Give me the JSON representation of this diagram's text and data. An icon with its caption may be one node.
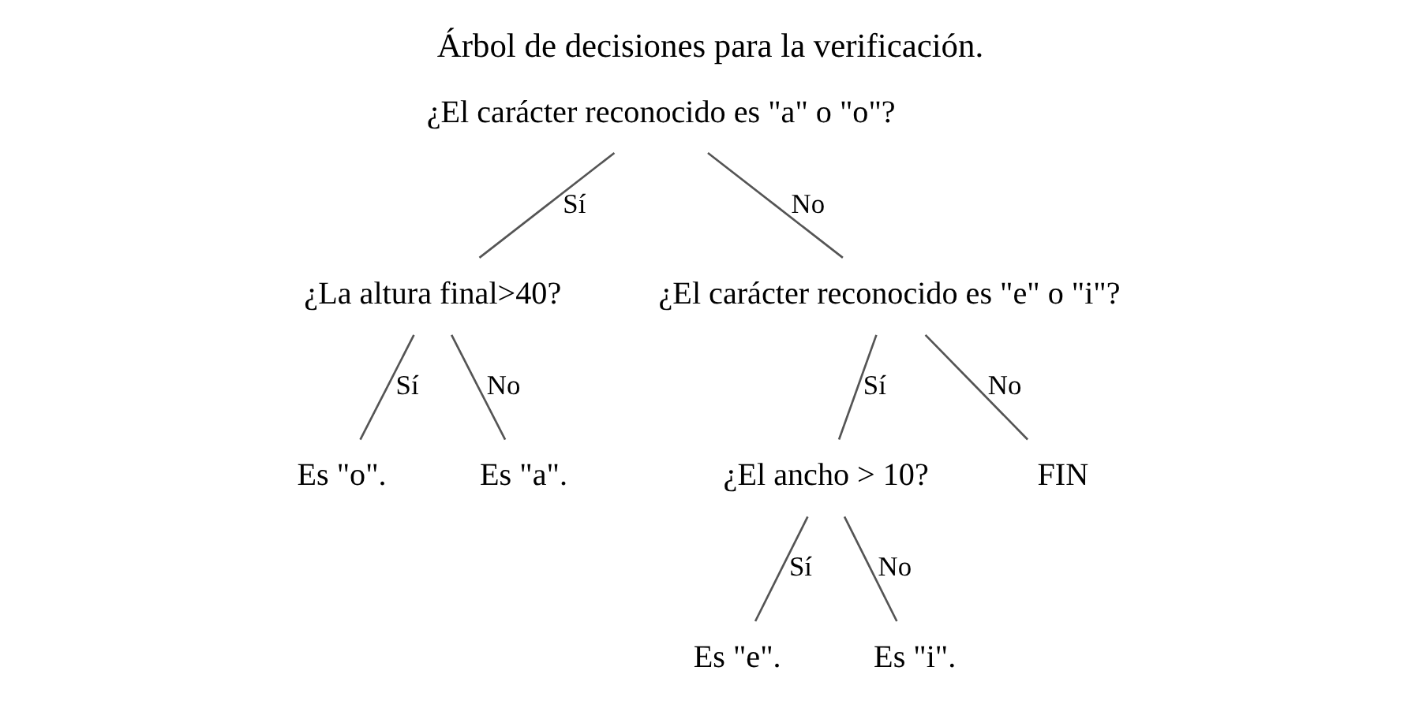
{
  "diagram": {
    "title": "Árbol de decisiones para la verificación.",
    "nodes": [
      {
        "text": [
          "¿El carácter reconocido es \"a\" o \"o\"?"
        ]
      },
      {
        "text": [
          "¿La altura final>40?"
        ]
      },
      {
        "text": [
          "¿El carácter reconocido es \"e\" o \"i\"?"
        ]
      },
      {
        "text": [
          "Es \"o\"."
        ]
      },
      {
        "text": [
          "Es \"a\"."
        ]
      },
      {
        "text": [
          "¿El ancho > 10?"
        ]
      },
      {
        "text": [
          "FIN"
        ]
      },
      {
        "text": [
          "Es \"e\"."
        ]
      },
      {
        "text": [
          "Es \"i\"."
        ]
      }
    ],
    "edges": [
      {
        "from": 0,
        "to": 1,
        "arrow": "none",
        "label": "Sí"
      },
      {
        "from": 0,
        "to": 2,
        "arrow": "none",
        "label": "No"
      },
      {
        "from": 1,
        "to": 3,
        "arrow": "none",
        "label": "Sí"
      },
      {
        "from": 1,
        "to": 4,
        "arrow": "none",
        "label": "No"
      },
      {
        "from": 2,
        "to": 5,
        "arrow": "none",
        "label": "Sí"
      },
      {
        "from": 2,
        "to": 6,
        "arrow": "none",
        "label": "No"
      },
      {
        "from": 5,
        "to": 7,
        "arrow": "none",
        "label": "Sí"
      },
      {
        "from": 5,
        "to": 8,
        "arrow": "none",
        "label": "No"
      }
    ]
  }
}
